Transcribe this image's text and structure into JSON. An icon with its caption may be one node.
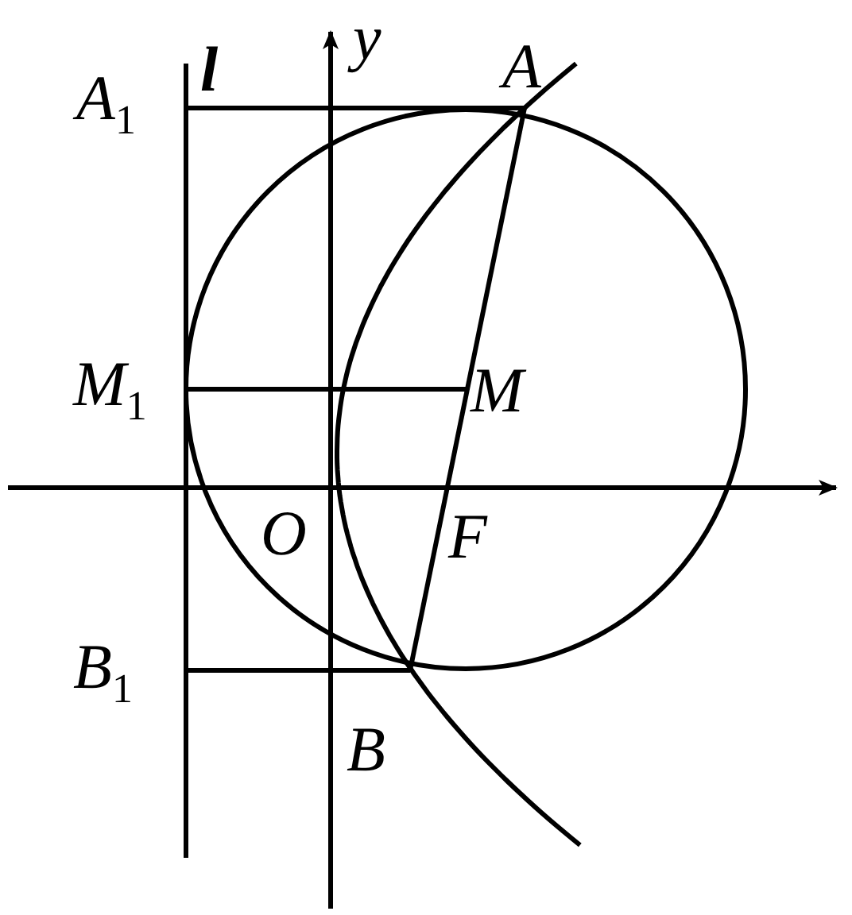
{
  "diagram": {
    "labels": [
      "A$_{1}$",
      "l",
      "y",
      "A",
      "M$_{1}$",
      "M",
      "O",
      "F",
      "B$_{1}$",
      "B"
    ]
  }
}
